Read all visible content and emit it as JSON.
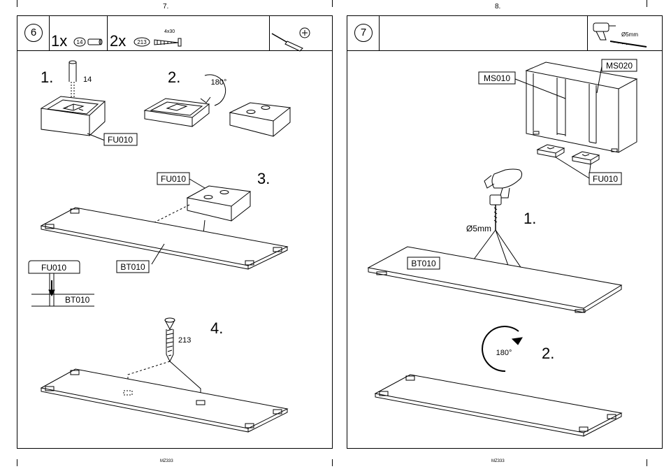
{
  "left_page": {
    "page_number": "7.",
    "step_number": "6",
    "parts": [
      {
        "qty": "1x",
        "code": "14"
      },
      {
        "qty": "2x",
        "code": "213",
        "size": "4x30"
      }
    ],
    "tool_icons": [
      "screwdriver-icon",
      "phillips-head-icon"
    ],
    "substeps": [
      "1.",
      "2.",
      "3.",
      "4."
    ],
    "rotation_label": "180°",
    "labels": {
      "dowel_code": "14",
      "part_fu": "FU010",
      "part_fu_step3": "FU010",
      "part_fu_detail": "FU010",
      "part_bt": "BT010",
      "part_bt_detail": "BT010",
      "screw_code": "213"
    },
    "footer": "MZ333"
  },
  "right_page": {
    "page_number": "8.",
    "step_number": "7",
    "tool_icons": [
      "drill-icon",
      "drill-bit-icon"
    ],
    "drill_size": "Ø5mm",
    "substeps": [
      "1.",
      "2."
    ],
    "rotation_label": "180°",
    "labels": {
      "part_ms010": "MS010",
      "part_ms020": "MS020",
      "part_fu": "FU010",
      "part_bt": "BT010",
      "drill_diameter": "Ø5mm"
    },
    "footer": "MZ333"
  }
}
